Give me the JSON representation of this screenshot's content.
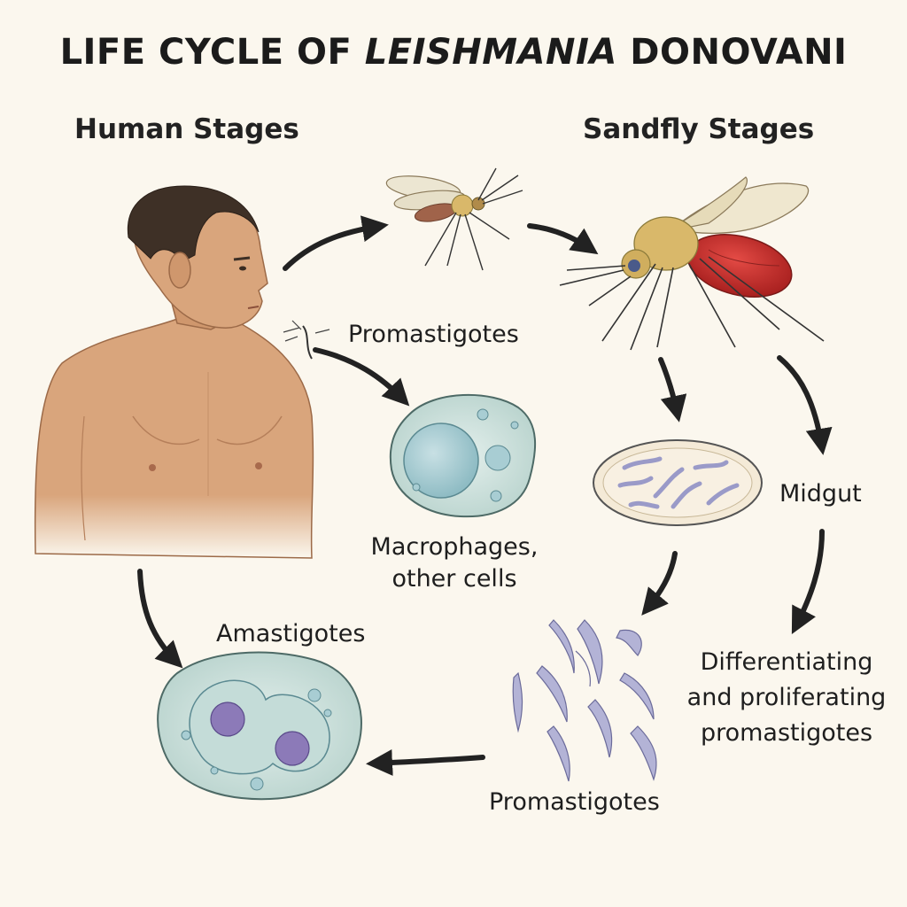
{
  "diagram": {
    "title_prefix": "LIFE CYCLE OF",
    "title_genus": "LEISHMANIA",
    "title_species": "DONOVANI",
    "sections": {
      "human": "Human Stages",
      "sandfly": "Sandfly Stages"
    },
    "labels": {
      "promastigotes_injected": "Promastigotes",
      "macrophages_line1": "Macrophages,",
      "macrophages_line2": "other cells",
      "amastigotes": "Amastigotes",
      "midgut": "Midgut",
      "differentiating_line1": "Differentiating",
      "differentiating_line2": "and proliferating",
      "differentiating_line3": "promastigotes",
      "promastigotes_bottom": "Promastigotes"
    },
    "colors": {
      "background": "#fbf7ee",
      "skin": "#d9a57c",
      "cell": "#cfe2dd",
      "nucleus_amastigote": "#8c7ab8",
      "fly_body": "#d9b86a",
      "fly_abdomen_fed": "#c8302e",
      "parasite": "#b3b3d6",
      "arrow": "#222222"
    }
  }
}
